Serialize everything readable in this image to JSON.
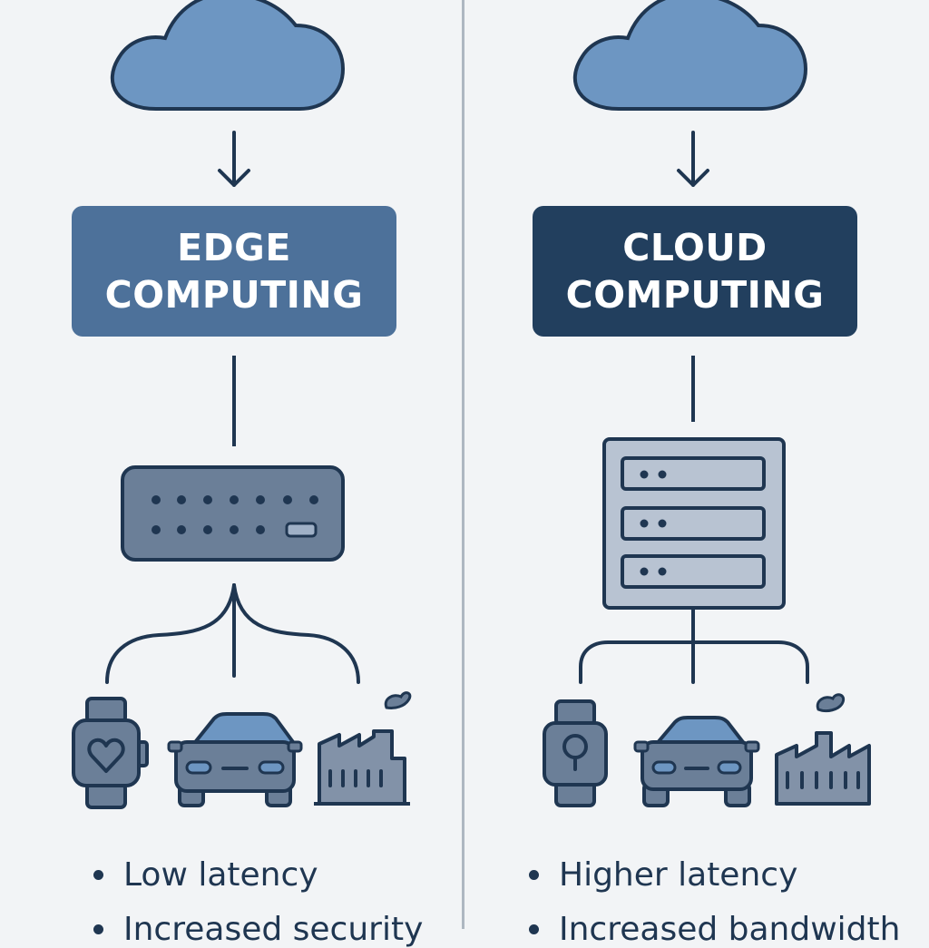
{
  "colors": {
    "background": "#f2f4f6",
    "edge_box": "#4d719a",
    "cloud_box": "#223f5e",
    "outline": "#1f3651",
    "cloud_fill": "#6d96c2",
    "device_fill": "#6b7f98",
    "server_fill": "#b8c3d2"
  },
  "edge": {
    "title_line1": "EDGE",
    "title_line2": "COMPUTING",
    "bullet1": "Low latency",
    "bullet2": "Increased security"
  },
  "cloud": {
    "title_line1": "CLOUD",
    "title_line2": "COMPUTING",
    "bullet1": "Higher latency",
    "bullet2": "Increased bandwidth"
  },
  "icons": {
    "top": "cloud-icon",
    "edge_device": "edge-gateway-icon",
    "cloud_device": "server-rack-icon",
    "endpoints": [
      "smartwatch-icon",
      "car-icon",
      "factory-icon"
    ]
  }
}
